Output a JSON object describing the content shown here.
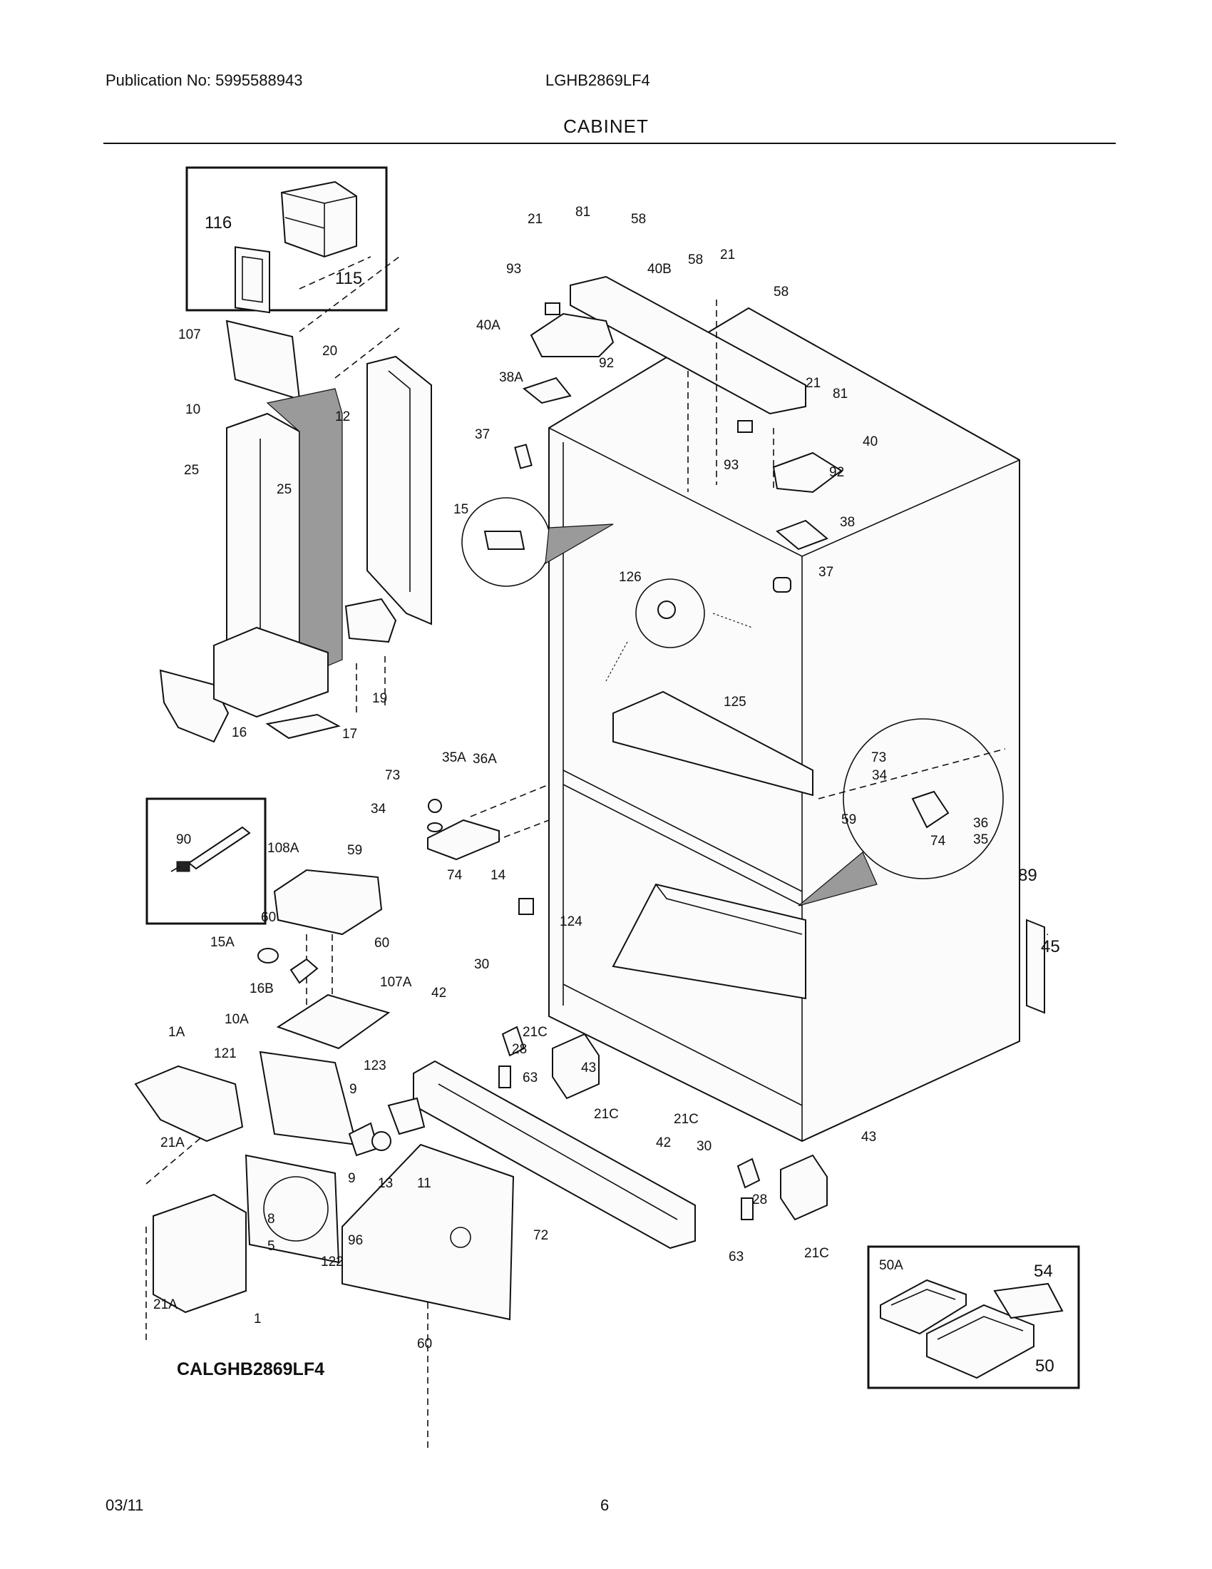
{
  "header": {
    "publication": "Publication No: 5995588943",
    "model": "LGHB2869LF4",
    "section": "CABINET"
  },
  "diagram_code": "CALGHB2869LF4",
  "footer": {
    "date": "03/11",
    "page": "6"
  },
  "callouts": {
    "c116": "116",
    "c115": "115",
    "c107": "107",
    "c20": "20",
    "c10": "10",
    "c12": "12",
    "c25a": "25",
    "c25b": "25",
    "c19": "19",
    "c16": "16",
    "c17": "17",
    "c21a": "21",
    "c81a": "81",
    "c58a": "58",
    "c93a": "93",
    "c40b": "40B",
    "c58b": "58",
    "c21b": "21",
    "c58c": "58",
    "c40a": "40A",
    "c92a": "92",
    "c38a": "38A",
    "c21c": "21",
    "c81b": "81",
    "c37a": "37",
    "c93b": "93",
    "c40": "40",
    "c92b": "92",
    "c38": "38",
    "c15": "15",
    "c126": "126",
    "c37b": "37",
    "c125": "125",
    "c73a": "73",
    "c35a": "35A",
    "c36a": "36A",
    "c34a": "34",
    "c59a": "59",
    "c74a": "74",
    "c14": "14",
    "c90": "90",
    "c108a": "108A",
    "c60a": "60",
    "c15a": "15A",
    "c60b": "60",
    "c16b": "16B",
    "c107a": "107A",
    "c124": "124",
    "c73b": "73",
    "c34b": "34",
    "c59b": "59",
    "c36": "36",
    "c74b": "74",
    "c35": "35",
    "c89": "89",
    "c45": "45",
    "c30a": "30",
    "c42a": "42",
    "c21ca": "21C",
    "c28a": "28",
    "c63a": "63",
    "c43a": "43",
    "c21cb": "21C",
    "c21cc": "21C",
    "c42b": "42",
    "c30b": "30",
    "c43b": "43",
    "c28b": "28",
    "c63b": "63",
    "c21cd": "21C",
    "c1a": "1A",
    "c10a": "10A",
    "c121": "121",
    "c123": "123",
    "c9a": "9",
    "c9b": "9",
    "c13": "13",
    "c11": "11",
    "c21aa": "21A",
    "c8": "8",
    "c5": "5",
    "c96": "96",
    "c122": "122",
    "c21ab": "21A",
    "c1": "1",
    "c72": "72",
    "c60c": "60",
    "c50a": "50A",
    "c54": "54",
    "c50": "50"
  }
}
